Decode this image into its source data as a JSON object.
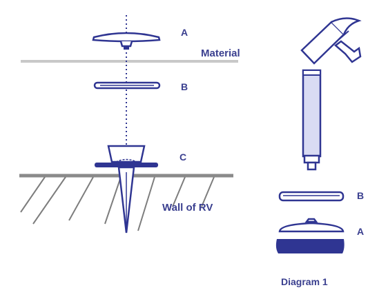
{
  "labels": {
    "a_top": "A",
    "material": "Material",
    "b_top": "B",
    "c": "C",
    "wall": "Wall of RV",
    "b_right": "B",
    "a_right": "A",
    "caption": "Diagram 1"
  },
  "colors": {
    "ink": "#2f3592",
    "fill_light": "#d9dbf3",
    "material_line": "#c8c8c8",
    "wall_line": "#8a8a8a",
    "hatch": "#7d7d7d",
    "label": "#3a3f8f"
  }
}
